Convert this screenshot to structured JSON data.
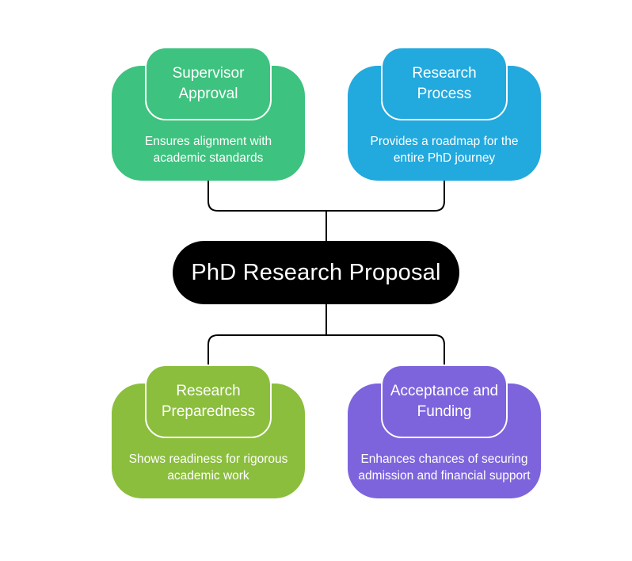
{
  "colors": {
    "background": "#ffffff",
    "text": "#ffffff",
    "connector": "#000000",
    "root_bg": "#000000",
    "node_green": "#3ec27f",
    "node_blue": "#22a9de",
    "node_olive": "#8bbe3d",
    "node_purple": "#7d64dd"
  },
  "root": {
    "label": "PhD Research Proposal"
  },
  "nodes": [
    {
      "id": "supervisor-approval",
      "title": "Supervisor\nApproval",
      "subtitle": "Ensures alignment with\nacademic standards",
      "color": "#3ec27f"
    },
    {
      "id": "research-process",
      "title": "Research\nProcess",
      "subtitle": "Provides a roadmap for the\nentire PhD journey",
      "color": "#22a9de"
    },
    {
      "id": "research-preparedness",
      "title": "Research\nPreparedness",
      "subtitle": "Shows readiness for rigorous\nacademic work",
      "color": "#8bbe3d"
    },
    {
      "id": "acceptance-and-funding",
      "title": "Acceptance and\nFunding",
      "subtitle": "Enhances chances of securing\nadmission and financial support",
      "color": "#7d64dd"
    }
  ]
}
